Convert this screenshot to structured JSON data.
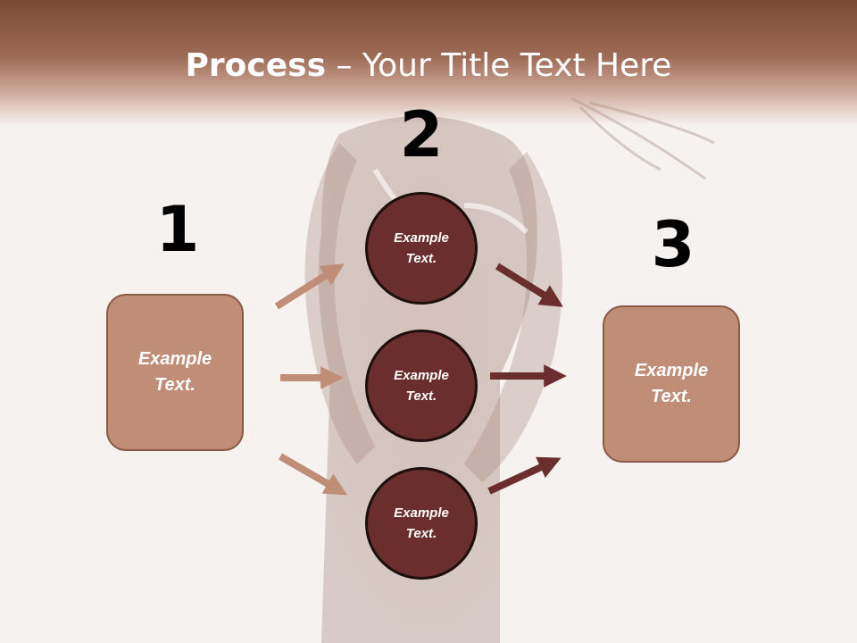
{
  "title": {
    "bold": "Process",
    "rest": " – Your Title Text Here"
  },
  "steps": [
    {
      "number": "1",
      "text": "Example\nText."
    },
    {
      "number": "2",
      "items": [
        "Example\nText.",
        "Example\nText.",
        "Example\nText."
      ]
    },
    {
      "number": "3",
      "text": "Example\nText."
    }
  ],
  "colors": {
    "title_bar": "#9d6a54",
    "box_fill": "#c08d76",
    "circle_fill": "#6b2e2e",
    "arrow_light": "#c08d76",
    "arrow_dark": "#6b2e2e"
  }
}
